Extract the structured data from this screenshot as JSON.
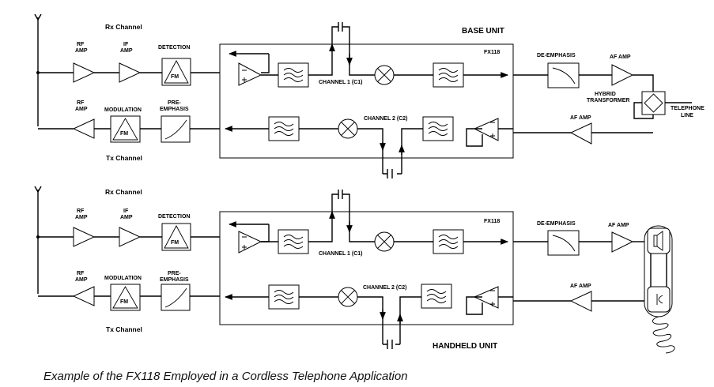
{
  "labels": {
    "rx_channel": "Rx Channel",
    "tx_channel": "Tx Channel",
    "rf_amp_1": "RF",
    "rf_amp_2": "AMP",
    "if_amp_1": "IF",
    "if_amp_2": "AMP",
    "detection": "DETECTION",
    "modulation": "MODULATION",
    "pre_emphasis_1": "PRE-",
    "pre_emphasis_2": "EMPHASIS",
    "fm": "FM",
    "chip": "FX118",
    "channel1": "CHANNEL 1 (C1)",
    "channel2": "CHANNEL 2 (C2)",
    "de_emphasis": "DE-EMPHASIS",
    "af_amp": "AF AMP",
    "hybrid_1": "HYBRID",
    "hybrid_2": "TRANSFORMER",
    "telephone_1": "TELEPHONE",
    "telephone_2": "LINE",
    "base_unit": "BASE UNIT",
    "handheld_unit": "HANDHELD UNIT"
  },
  "caption": "Example of the FX118 Employed in a Cordless Telephone Application"
}
